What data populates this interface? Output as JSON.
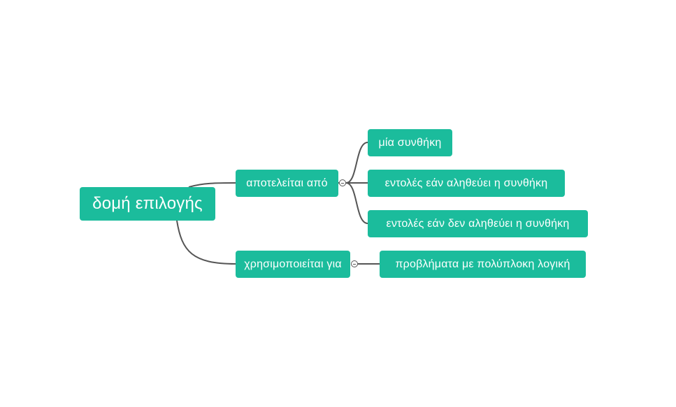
{
  "colors": {
    "node_fill": "#1bbc9c",
    "node_text": "#ffffff",
    "connector": "#555555",
    "background": "#ffffff"
  },
  "mindmap": {
    "root": "δομή επιλογής",
    "branches": [
      {
        "label": "αποτελείται από",
        "children": [
          "μία συνθήκη",
          "εντολές εάν αληθεύει η συνθήκη",
          "εντολές εάν δεν αληθεύει η συνθήκη"
        ]
      },
      {
        "label": "χρησιμοποιείται για",
        "children": [
          "προβλήματα με πολύπλοκη λογική"
        ]
      }
    ]
  },
  "icons": {
    "collapse": "collapse-toggle-icon"
  }
}
